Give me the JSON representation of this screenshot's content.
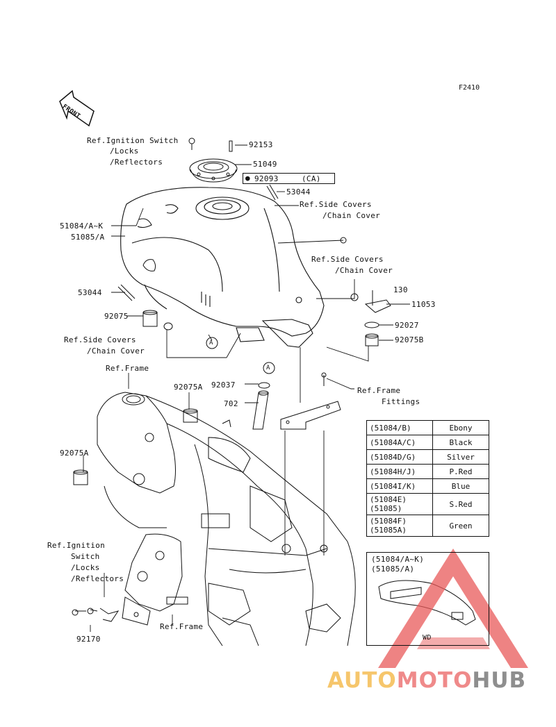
{
  "figure_code": "F2410",
  "front_label": "FRONT",
  "labels": {
    "ref_ignition_top": [
      "Ref.Ignition Switch",
      "/Locks",
      "/Reflectors"
    ],
    "p92153": "92153",
    "p51049": "51049",
    "p92093": "92093",
    "ca": "(CA)",
    "p53044_top": "53044",
    "ref_side_covers_1": [
      "Ref.Side Covers",
      "/Chain Cover"
    ],
    "p51084": "51084/A~K",
    "p51085": "51085/A",
    "ref_side_covers_2": [
      "Ref.Side Covers",
      "/Chain Cover"
    ],
    "p130": "130",
    "p11053": "11053",
    "p53044_left": "53044",
    "p92027": "92027",
    "p92075": "92075",
    "p92075b": "92075B",
    "ref_side_covers_3": [
      "Ref.Side Covers",
      "/Chain Cover"
    ],
    "circle_a1": "A",
    "circle_a2": "A",
    "ref_frame_top": "Ref.Frame",
    "p92075a_1": "92075A",
    "p92037": "92037",
    "p702": "702",
    "ref_frame_fittings": [
      "Ref.Frame",
      "Fittings"
    ],
    "p92075a_2": "92075A",
    "ref_ignition_bottom": [
      "Ref.Ignition",
      "Switch",
      "/Locks",
      "/Reflectors"
    ],
    "ref_frame_bottom": "Ref.Frame",
    "p92170": "92170"
  },
  "color_table": [
    [
      "(51084/B)",
      "Ebony"
    ],
    [
      "(51084A/C)",
      "Black"
    ],
    [
      "(51084D/G)",
      "Silver"
    ],
    [
      "(51084H/J)",
      "P.Red"
    ],
    [
      "(51084I/K)",
      "Blue"
    ],
    [
      "(51084E)\n(51085)",
      "S.Red"
    ],
    [
      "(51084F)\n(51085A)",
      "Green"
    ]
  ],
  "detail": {
    "lines": [
      "(51084/A~K)",
      "(51085/A)"
    ],
    "code": "WD"
  },
  "watermark": {
    "part1": "AUTO",
    "part2": "MOTO",
    "part3": "HUB"
  },
  "colors": {
    "line": "#111111",
    "watermark_red": "#e85a5a",
    "watermark_yellow": "#f6c66c",
    "watermark_gray": "#8e8e8e"
  }
}
